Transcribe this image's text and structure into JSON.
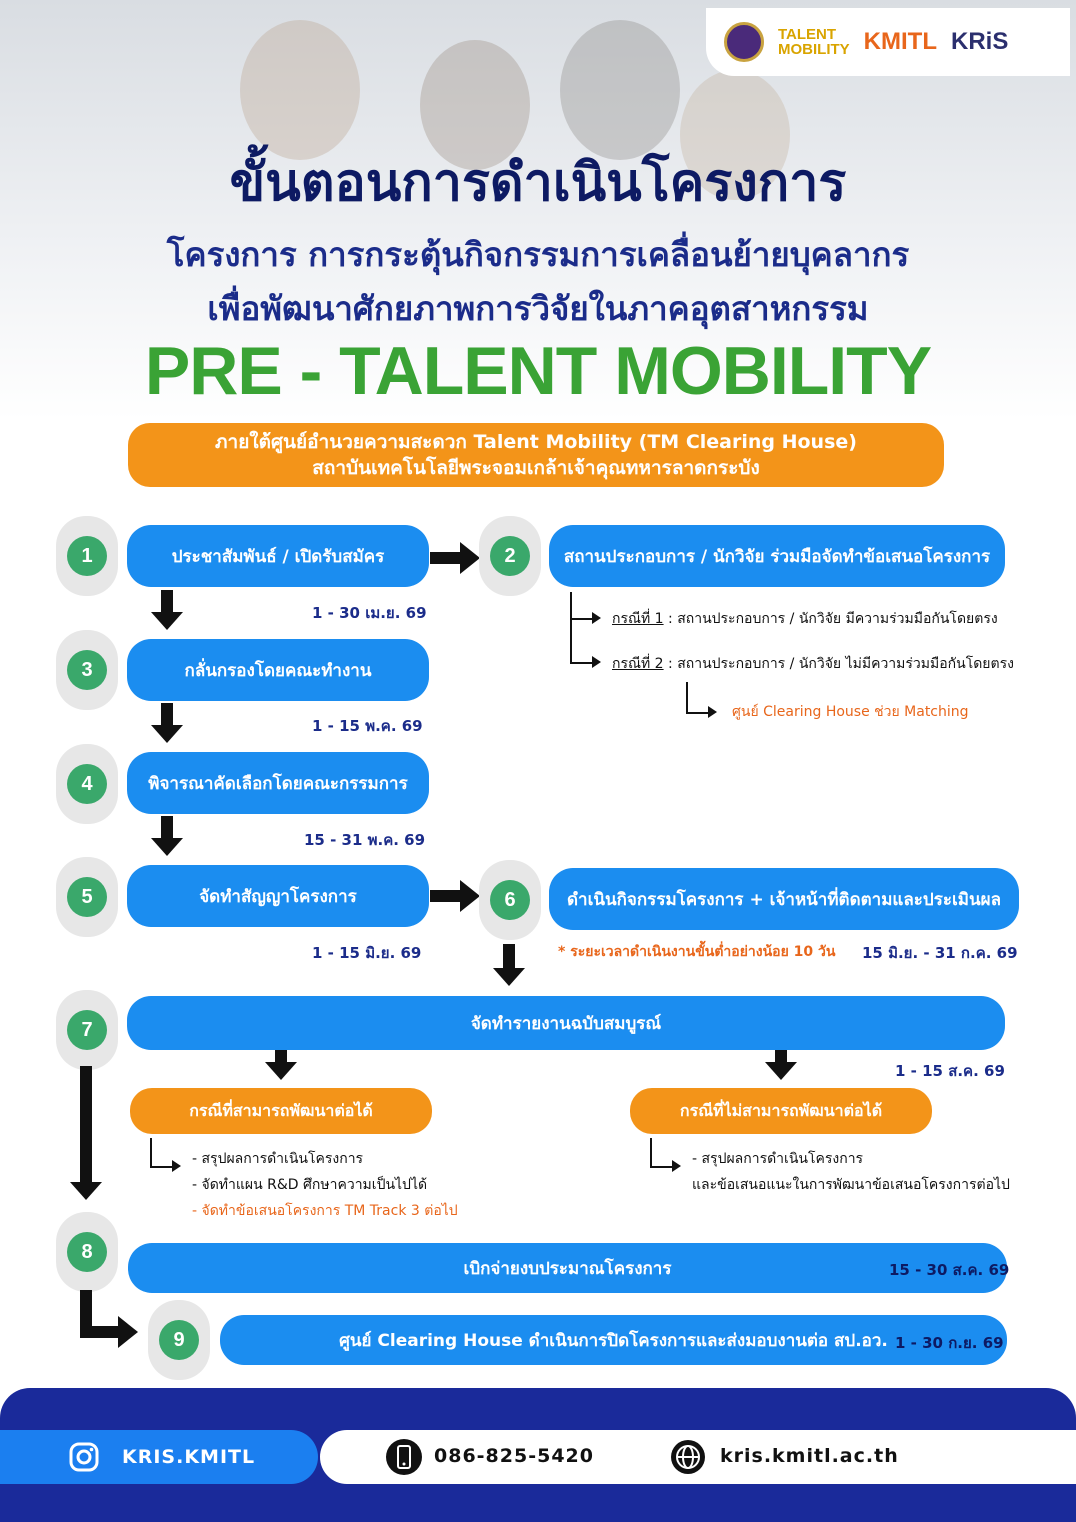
{
  "logos": {
    "talent_mobility_line1": "TALENT",
    "talent_mobility_line2": "MOBILITY",
    "kmitl": "KMITL",
    "kris": "KRiS"
  },
  "title": {
    "main": "ขั้นตอนการดำเนินโครงการ",
    "line2": "โครงการ การกระตุ้นกิจกรรมการเคลื่อนย้ายบุคลากร",
    "line3": "เพื่อพัฒนาศักยภาพการวิจัยในภาคอุตสาหกรรม",
    "program": "PRE - TALENT MOBILITY"
  },
  "banner": {
    "line1": "ภายใต้ศูนย์อำนวยความสะดวก Talent Mobility (TM Clearing House)",
    "line2": "สถาบันเทคโนโลยีพระจอมเกล้าเจ้าคุณทหารลาดกระบัง"
  },
  "steps": {
    "s1": {
      "num": "1",
      "label": "ประชาสัมพันธ์ / เปิดรับสมัคร",
      "date": "1 - 30 เม.ย. 69"
    },
    "s2": {
      "num": "2",
      "label": "สถานประกอบการ / นักวิจัย ร่วมมือจัดทำข้อเสนอโครงการ"
    },
    "s3": {
      "num": "3",
      "label": "กลั่นกรองโดยคณะทำงาน",
      "date": "1 - 15 พ.ค. 69"
    },
    "s4": {
      "num": "4",
      "label": "พิจารณาคัดเลือกโดยคณะกรรมการ",
      "date": "15 - 31 พ.ค. 69"
    },
    "s5": {
      "num": "5",
      "label": "จัดทำสัญญาโครงการ",
      "date": "1 - 15 มิ.ย. 69"
    },
    "s6": {
      "num": "6",
      "label": "ดำเนินกิจกรรมโครงการ + เจ้าหน้าที่ติดตามและประเมินผล",
      "note": "* ระยะเวลาดำเนินงานขั้นต่ำอย่างน้อย 10 วัน",
      "date": "15 มิ.ย. - 31 ก.ค. 69"
    },
    "s7": {
      "num": "7",
      "label": "จัดทำรายงานฉบับสมบูรณ์",
      "date": "1 - 15 ส.ค. 69"
    },
    "s8": {
      "num": "8",
      "label": "เบิกจ่ายงบประมาณโครงการ",
      "date": "15 - 30 ส.ค. 69"
    },
    "s9": {
      "num": "9",
      "label": "ศูนย์ Clearing House ดำเนินการปิดโครงการและส่งมอบงานต่อ สป.อว.",
      "date": "1 - 30 ก.ย. 69"
    }
  },
  "cases": {
    "case1_label": "กรณีที่ 1",
    "case1_text": " : สถานประกอบการ / นักวิจัย มีความร่วมมือกันโดยตรง",
    "case2_label": "กรณีที่ 2",
    "case2_text": " : สถานประกอบการ / นักวิจัย ไม่มีความร่วมมือกันโดยตรง",
    "matching": "ศูนย์ Clearing House ช่วย Matching"
  },
  "branches": {
    "can": {
      "label": "กรณีที่สามารถพัฒนาต่อได้",
      "items": [
        "- สรุปผลการดำเนินโครงการ",
        "- จัดทำแผน R&D ศึกษาความเป็นไปได้",
        "- จัดทำข้อเสนอโครงการ TM Track 3 ต่อไป"
      ]
    },
    "cannot": {
      "label": "กรณีที่ไม่สามารถพัฒนาต่อได้",
      "items": [
        "- สรุปผลการดำเนินโครงการ",
        "และข้อเสนอแนะในการพัฒนาข้อเสนอโครงการต่อไป"
      ]
    }
  },
  "footer": {
    "instagram": "KRIS.KMITL",
    "phone": "086-825-5420",
    "website": "kris.kmitl.ac.th"
  },
  "colors": {
    "blue_pill": "#1b8df0",
    "orange": "#f39419",
    "green_circle": "#3aa86b",
    "title_green": "#3aa335",
    "navy": "#0d1a63"
  }
}
